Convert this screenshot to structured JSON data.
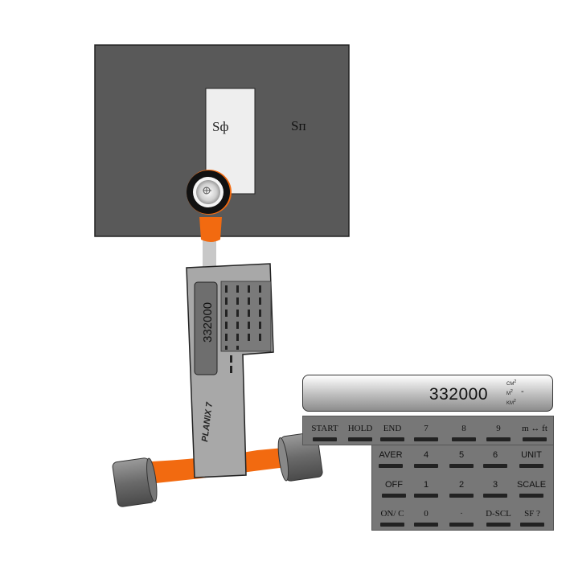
{
  "area": {
    "figure_label": "Sф",
    "region_label": "Sп"
  },
  "device": {
    "brand": "PLANIX 7",
    "display_value": "332000"
  },
  "panel": {
    "display_value": "332000",
    "units": [
      "CM²",
      "M²",
      "KM²"
    ],
    "unit_marker": "-"
  },
  "keys": [
    [
      "START",
      "HOLD",
      "END",
      "7",
      "8",
      "9",
      "m ↔ ft"
    ],
    [
      "AVER",
      "4",
      "5",
      "6",
      "UNIT"
    ],
    [
      "OFF",
      "1",
      "2",
      "3",
      "SCALE"
    ],
    [
      "ON/ C",
      "0",
      "·",
      "D-SCL",
      "SF ?"
    ]
  ],
  "colors": {
    "background": "#595959",
    "figure": "#eeeeee",
    "arm": "#f26a10",
    "device_body": "#a8a8a8",
    "keypad": "#7a7a7a"
  }
}
